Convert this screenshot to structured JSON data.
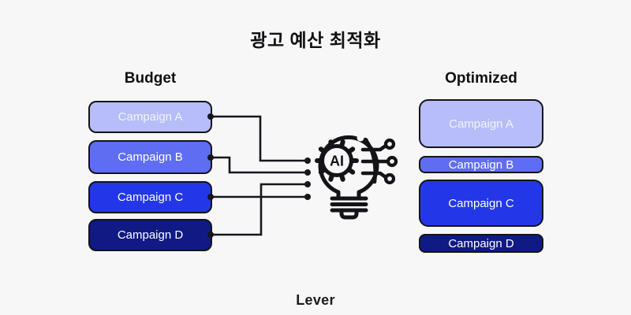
{
  "title": "광고 예산 최적화",
  "budget_column": {
    "header": "Budget",
    "items": [
      {
        "label": "Campaign A",
        "color": "#b6bdf8"
      },
      {
        "label": "Campaign B",
        "color": "#5f6df2"
      },
      {
        "label": "Campaign C",
        "color": "#2337e8"
      },
      {
        "label": "Campaign D",
        "color": "#101a85"
      }
    ]
  },
  "optimized_column": {
    "header": "Optimized",
    "items": [
      {
        "label": "Campaign A",
        "color": "#b6bdf8",
        "relative_size": "large"
      },
      {
        "label": "Campaign B",
        "color": "#5f6df2",
        "relative_size": "small"
      },
      {
        "label": "Campaign C",
        "color": "#2337e8",
        "relative_size": "large"
      },
      {
        "label": "Campaign D",
        "color": "#101a85",
        "relative_size": "small"
      }
    ]
  },
  "ai_icon": {
    "label": "AI"
  },
  "footer": {
    "logo_text": "Lever"
  },
  "colors": {
    "background": "#f7f7f8",
    "ink": "#16161c",
    "box_border": "#141418",
    "box_text": "#ffffff"
  }
}
